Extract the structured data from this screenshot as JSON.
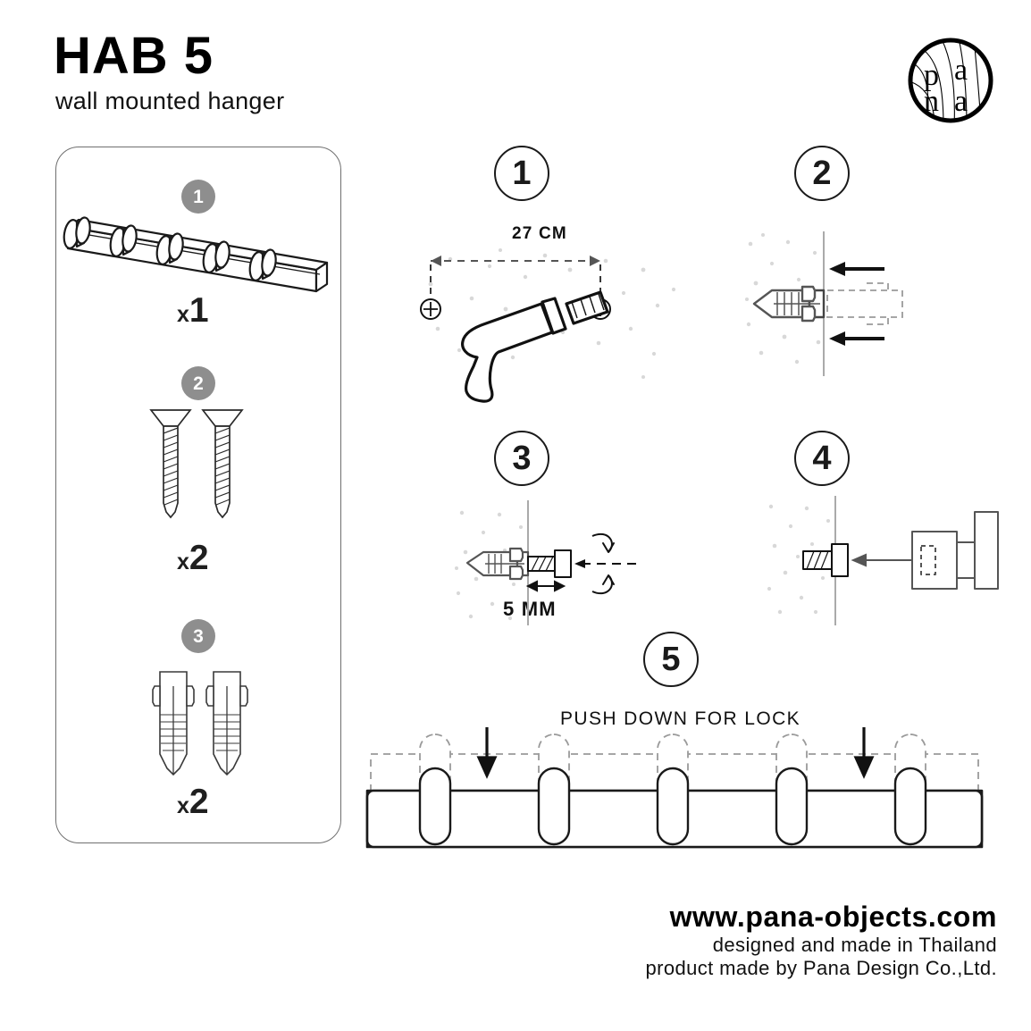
{
  "header": {
    "title": "HAB 5",
    "subtitle": "wall mounted hanger",
    "logo_letters": [
      "p",
      "a",
      "n",
      "a"
    ],
    "logo_name": "pana-logo"
  },
  "parts": {
    "panel_name": "parts-list-panel",
    "items": [
      {
        "badge": "1",
        "quantity_prefix": "x",
        "quantity": "1",
        "part_name": "wall-mounted-hanger-bar"
      },
      {
        "badge": "2",
        "quantity_prefix": "x",
        "quantity": "2",
        "part_name": "countersunk-screw"
      },
      {
        "badge": "3",
        "quantity_prefix": "x",
        "quantity": "2",
        "part_name": "wall-anchor-plug"
      }
    ]
  },
  "steps": [
    {
      "number": "1",
      "name": "drill-holes",
      "labels": {
        "dimension": "27 CM"
      }
    },
    {
      "number": "2",
      "name": "insert-anchor",
      "labels": {}
    },
    {
      "number": "3",
      "name": "drive-screw",
      "labels": {
        "dimension": "5 MM"
      }
    },
    {
      "number": "4",
      "name": "mount-hanger",
      "labels": {}
    },
    {
      "number": "5",
      "name": "push-down-lock",
      "labels": {
        "instruction": "PUSH DOWN FOR LOCK"
      }
    }
  ],
  "footer": {
    "url": "www.pana-objects.com",
    "line2": "designed and made in Thailand",
    "line3": "product made by Pana Design Co.,Ltd."
  },
  "colors": {
    "ink": "#1a1a1a",
    "badge_gray": "#8e8e8e",
    "panel_border": "#6f6f6f",
    "wall_dot": "#d8d8d8",
    "guide_gray": "#7a7a7a"
  }
}
